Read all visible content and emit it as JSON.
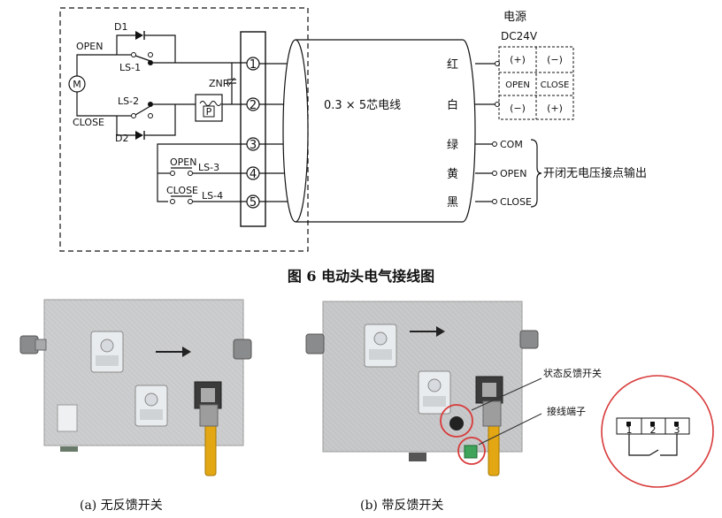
{
  "figure": {
    "title": "图 6 电动头电气接线图",
    "caption_a": "(a) 无反馈开关",
    "caption_b": "(b) 带反馈开关"
  },
  "schematic": {
    "components": {
      "d1": "D1",
      "d2": "D2",
      "open": "OPEN",
      "close": "CLOSE",
      "ls1": "LS-1",
      "ls2": "LS-2",
      "ls3": "LS-3",
      "ls4": "LS-4",
      "ls3_open": "OPEN",
      "ls4_close": "CLOSE",
      "motor": "M",
      "znr": "ZNR",
      "p": "P"
    },
    "terminals": [
      "1",
      "2",
      "3",
      "4",
      "5"
    ],
    "cable_label": "0.3 × 5芯电线",
    "wire_colors": [
      "红",
      "白",
      "绿",
      "黄",
      "黑"
    ],
    "power": {
      "label": "电源",
      "voltage": "DC24V",
      "table": {
        "r1c1": "(+)",
        "r1c2": "(−)",
        "r2c1": "OPEN",
        "r2c2": "CLOSE",
        "r3c1": "(−)",
        "r3c2": "(+)"
      }
    },
    "outputs": {
      "com": "COM",
      "open": "OPEN",
      "close": "CLOSE",
      "note": "开闭无电压接点输出"
    }
  },
  "photo_b": {
    "label_status": "状态反馈开关",
    "label_terminal": "接线端子",
    "zoom_terminals": [
      "1",
      "2",
      "3"
    ]
  }
}
